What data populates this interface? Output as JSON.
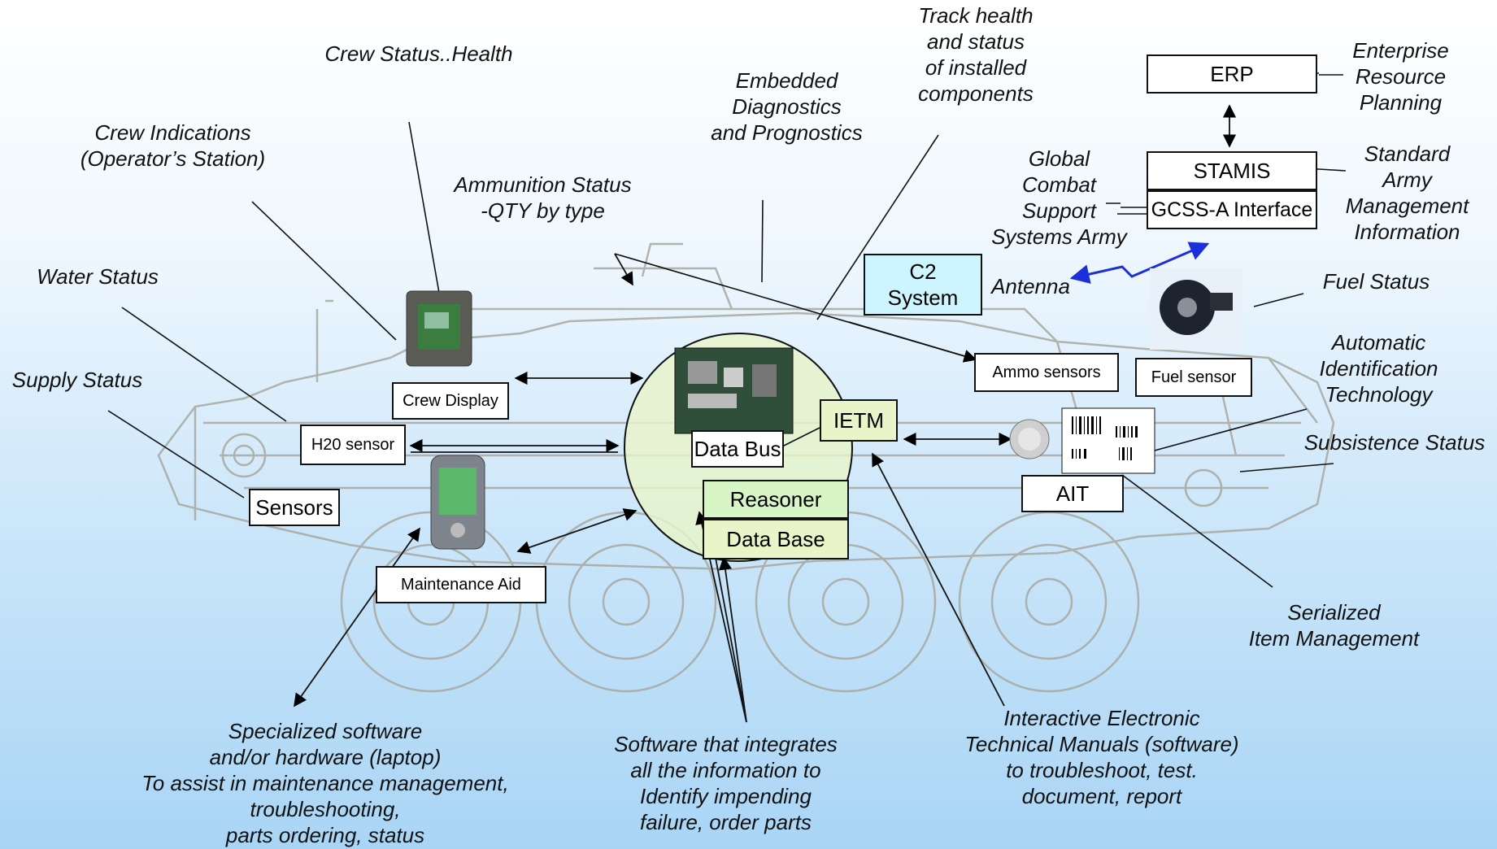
{
  "labels": {
    "crew_status": "Crew Status..Health",
    "crew_indications": "Crew Indications\n(Operator’s Station)",
    "ammo_status": "Ammunition Status\n-QTY by type",
    "water_status": "Water Status",
    "supply_status": "Supply Status",
    "embedded_diag": "Embedded\nDiagnostics\nand Prognostics",
    "track_health": "Track health\nand status\nof installed\ncomponents",
    "global_combat": "Global\nCombat\nSupport\nSystems Army",
    "antenna": "Antenna",
    "erp_full": "Enterprise\nResource\nPlanning",
    "stamis_full": "Standard\nArmy\nManagement\nInformation",
    "fuel_status": "Fuel Status",
    "ait_full": "Automatic\nIdentification\nTechnology",
    "subsistence": "Subsistence Status",
    "serialized": "Serialized\nItem Management",
    "specialized": "Specialized software\nand/or hardware (laptop)\nTo assist in maintenance management,\ntroubleshooting,\nparts ordering, status",
    "software_integrates": "Software that integrates\nall the information to\nIdentify impending\nfailure, order parts",
    "ietm_full": "Interactive Electronic\nTechnical Manuals (software)\nto troubleshoot, test.\ndocument, report"
  },
  "boxes": {
    "erp": "ERP",
    "stamis": "STAMIS",
    "gcss": "GCSS-A Interface",
    "c2": "C2\nSystem",
    "ammo_sensors": "Ammo sensors",
    "fuel_sensor": "Fuel sensor",
    "crew_display": "Crew Display",
    "h20_sensor": "H20 sensor",
    "sensors": "Sensors",
    "data_bus": "Data Bus",
    "ietm": "IETM",
    "reasoner": "Reasoner",
    "data_base": "Data Base",
    "ait": "AIT",
    "maintenance_aid": "Maintenance Aid"
  },
  "colors": {
    "hub_fill": "#e9f5c9",
    "c2_fill": "#ccf5ff",
    "reasoner_fill": "#d7f5c5",
    "wireless_link": "#1c2fd8",
    "vehicle_lines": "#a8a8a0"
  }
}
